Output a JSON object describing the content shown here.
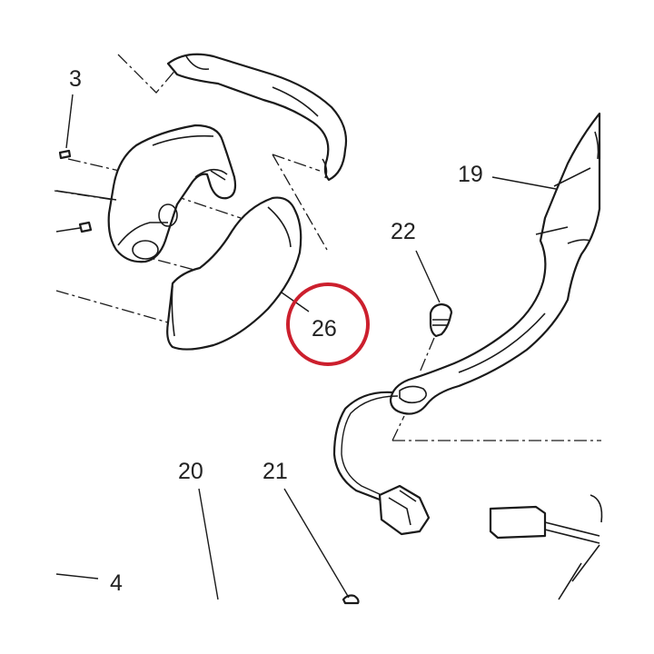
{
  "callouts": {
    "c3": "3",
    "c19": "19",
    "c22": "22",
    "c26": "26",
    "c20": "20",
    "c21": "21",
    "c4": "4"
  },
  "highlight": {
    "target": "26",
    "color": "#cc1f2d"
  }
}
